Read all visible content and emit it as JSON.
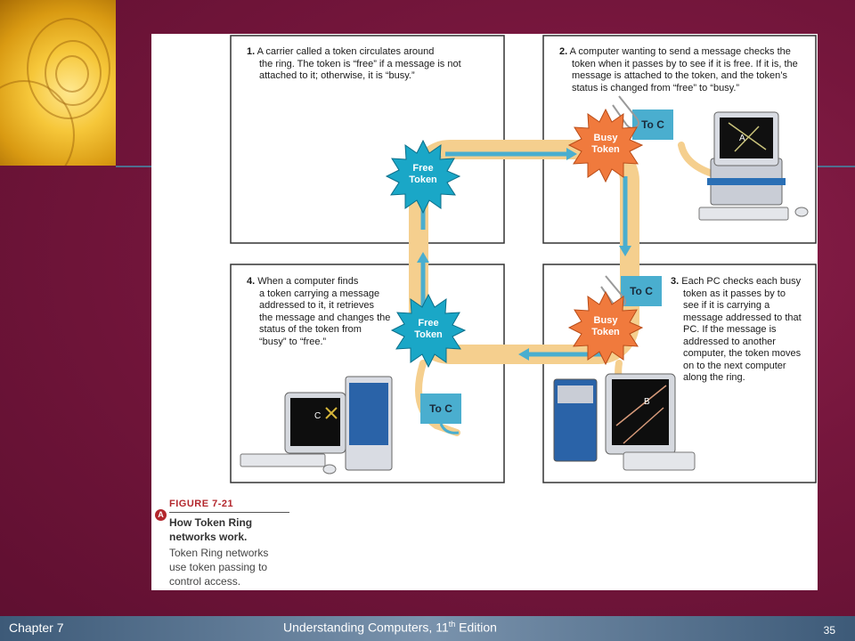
{
  "footer": {
    "chapter": "Chapter 7",
    "title_main": "Understanding Computers, 11",
    "title_sup": "th",
    "title_end": " Edition",
    "page_number": "35"
  },
  "steps": [
    {
      "number": "1.",
      "lines": [
        "A carrier called a token circulates around",
        "the ring. The token is “free” if a message is not",
        "attached to it; otherwise, it is “busy.”"
      ]
    },
    {
      "number": "2.",
      "lines": [
        "A computer wanting to send a message checks the",
        "token when it passes by to see if it is free. If it is, the",
        "message is attached to the token, and the token’s",
        "status is changed from “free” to “busy.”"
      ]
    },
    {
      "number": "3.",
      "lines": [
        "Each PC checks each busy",
        "token as it passes by to",
        "see if it is carrying a",
        "message addressed to that",
        "PC. If the message is",
        "addressed to another",
        "computer, the token moves",
        "on to the next computer",
        "along the ring."
      ]
    },
    {
      "number": "4.",
      "lines": [
        "When a computer finds",
        "a token carrying a message",
        "addressed to it, it retrieves",
        "the message and changes the",
        "status of the token from",
        "“busy” to “free.”"
      ]
    }
  ],
  "tokens": {
    "free_top": [
      "Free",
      "Token"
    ],
    "busy_top": [
      "Busy",
      "Token"
    ],
    "busy_bottom": [
      "Busy",
      "Token"
    ],
    "free_bottom": [
      "Free",
      "Token"
    ]
  },
  "message_tags": {
    "top": "To C",
    "right": "To C",
    "bottom": "To C"
  },
  "computers": {
    "a": "A",
    "b": "B",
    "c": "C"
  },
  "caption": {
    "figure_id": "FIGURE 7-21",
    "mark": "A",
    "title": "How Token Ring networks work.",
    "description": "Token Ring networks use token passing to control access."
  },
  "colors": {
    "ring": "#f5cf8e",
    "arrow": "#4aaecf",
    "free_token": "#1aa7c7",
    "busy_token": "#f07a3d",
    "tag": "#4aaecf",
    "background": "#75163c",
    "footer": "#4d6a88"
  }
}
